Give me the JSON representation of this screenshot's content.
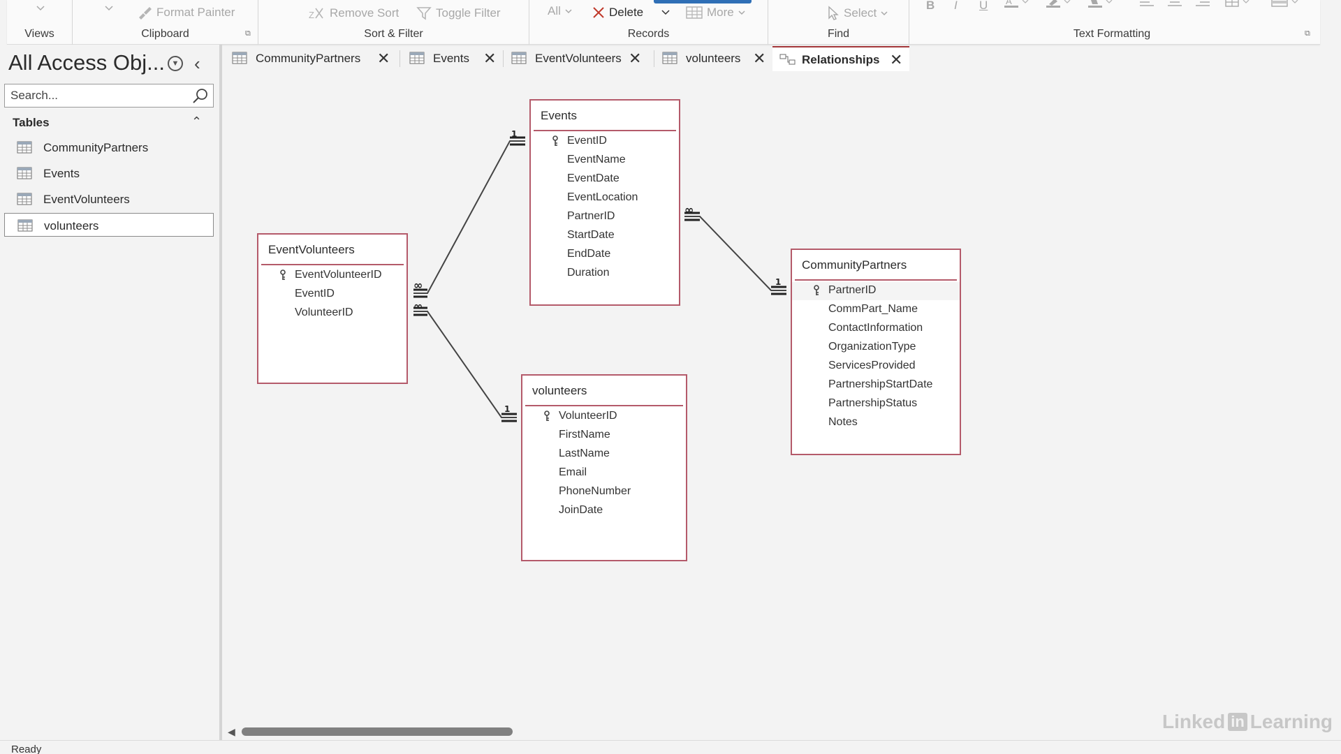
{
  "ribbon": {
    "groups": [
      {
        "label": "Views"
      },
      {
        "label": "Clipboard"
      },
      {
        "label": "Sort & Filter"
      },
      {
        "label": "Records"
      },
      {
        "label": "Find"
      },
      {
        "label": "Text Formatting"
      }
    ],
    "buttons": {
      "format_painter": "Format Painter",
      "remove_sort": "Remove Sort",
      "toggle_filter": "Toggle Filter",
      "all": "All",
      "delete": "Delete",
      "more": "More",
      "select": "Select"
    }
  },
  "nav": {
    "title": "All Access Obj...",
    "search_placeholder": "Search...",
    "section": "Tables",
    "items": [
      {
        "label": "CommunityPartners"
      },
      {
        "label": "Events"
      },
      {
        "label": "EventVolunteers"
      },
      {
        "label": "volunteers"
      }
    ]
  },
  "tabs": [
    {
      "label": "CommunityPartners"
    },
    {
      "label": "Events"
    },
    {
      "label": "EventVolunteers"
    },
    {
      "label": "volunteers"
    },
    {
      "label": "Relationships"
    }
  ],
  "tables": {
    "events": {
      "title": "Events",
      "fields": [
        "EventID",
        "EventName",
        "EventDate",
        "EventLocation",
        "PartnerID",
        "StartDate",
        "EndDate",
        "Duration"
      ]
    },
    "event_volunteers": {
      "title": "EventVolunteers",
      "fields": [
        "EventVolunteerID",
        "EventID",
        "VolunteerID"
      ]
    },
    "volunteers": {
      "title": "volunteers",
      "fields": [
        "VolunteerID",
        "FirstName",
        "LastName",
        "Email",
        "PhoneNumber",
        "JoinDate"
      ]
    },
    "community_partners": {
      "title": "CommunityPartners",
      "fields": [
        "PartnerID",
        "CommPart_Name",
        "ContactInformation",
        "OrganizationType",
        "ServicesProvided",
        "PartnershipStartDate",
        "PartnershipStatus",
        "Notes"
      ]
    }
  },
  "relationships": {
    "one_label": "1",
    "many_label": "∞"
  },
  "status": {
    "text": "Ready"
  },
  "watermark": {
    "left": "Linked",
    "mark": "in",
    "right": "Learning"
  },
  "colors": {
    "table_border": "#b45a6a",
    "accent_tab": "#a4373a",
    "ribbon_blue": "#2f6fb6"
  }
}
